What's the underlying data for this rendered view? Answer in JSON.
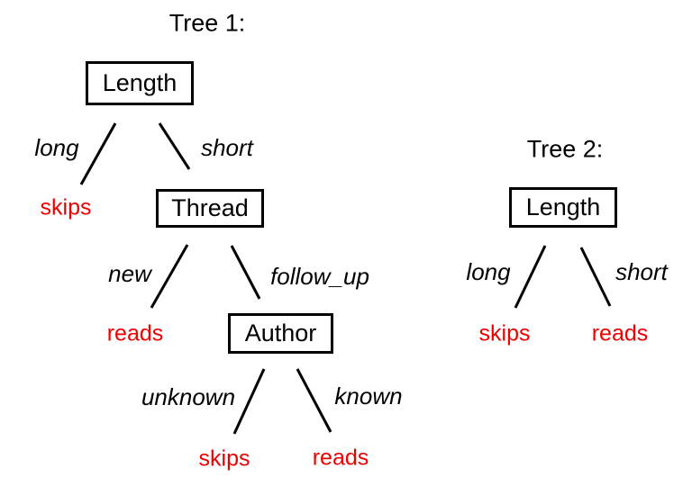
{
  "figure": {
    "background_color": "#ffffff",
    "line_color": "#000000",
    "text_color": "#000000",
    "leaf_color": "#ee0000"
  },
  "tree1": {
    "title": "Tree 1:",
    "root_label": "Length",
    "nodes": {
      "thread": "Thread",
      "author": "Author"
    },
    "edges": {
      "long": "long",
      "short": "short",
      "new": "new",
      "follow_up": "follow_up",
      "unknown": "unknown",
      "known": "known"
    },
    "leaves": {
      "long_leaf": "skips",
      "new_leaf": "reads",
      "unknown_leaf": "skips",
      "known_leaf": "reads"
    }
  },
  "tree2": {
    "title": "Tree 2:",
    "root_label": "Length",
    "edges": {
      "long": "long",
      "short": "short"
    },
    "leaves": {
      "long_leaf": "skips",
      "short_leaf": "reads"
    }
  }
}
